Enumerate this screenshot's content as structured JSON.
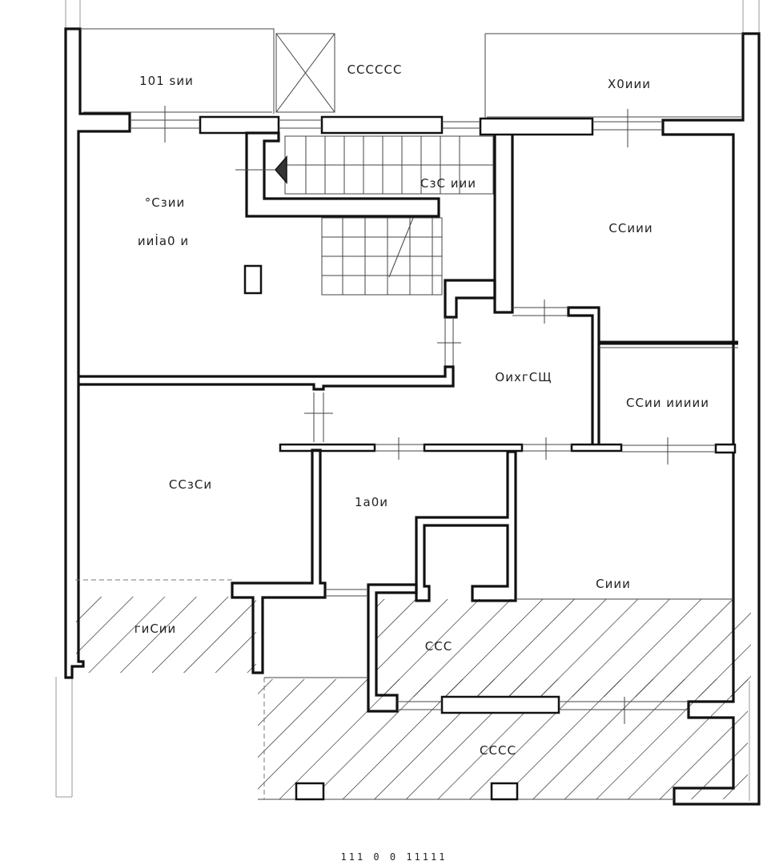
{
  "plan": {
    "rooms": [
      {
        "id": "top-left-room",
        "label": "101 ѕии"
      },
      {
        "id": "shaft",
        "label": "СССССС"
      },
      {
        "id": "top-right-room",
        "label": "Х0иии"
      },
      {
        "id": "living-room",
        "label": "°Сзии"
      },
      {
        "id": "living-room-sub",
        "label": "ииİа0 и"
      },
      {
        "id": "stair",
        "label": "СзС иии"
      },
      {
        "id": "right-bedroom",
        "label": "ССиии"
      },
      {
        "id": "hall",
        "label": "ОихгСЩ"
      },
      {
        "id": "right-small-room",
        "label": "ССии иииии"
      },
      {
        "id": "left-bedroom",
        "label": "ССзСи"
      },
      {
        "id": "bath",
        "label": "1а0и"
      },
      {
        "id": "lower-right-room",
        "label": "Сиии"
      },
      {
        "id": "left-terrace",
        "label": "гиСии"
      },
      {
        "id": "center-terrace",
        "label": "ССС"
      },
      {
        "id": "bottom-terrace",
        "label": "СССС"
      }
    ],
    "scale_text": "111  0  0  11111"
  }
}
